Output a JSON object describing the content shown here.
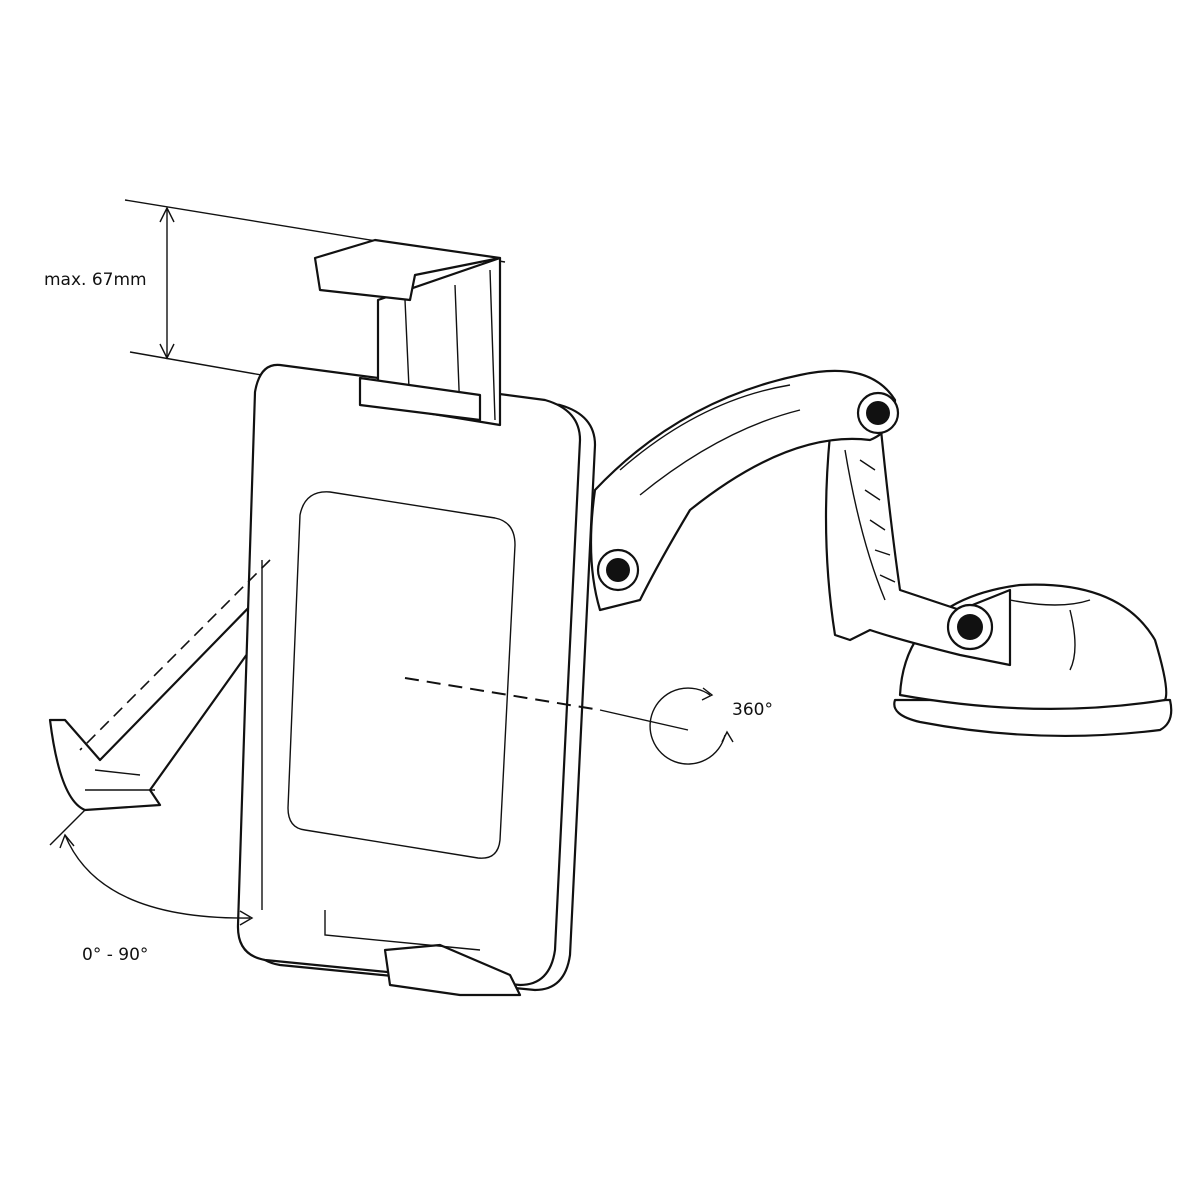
{
  "diagram": {
    "labels": {
      "max_width": "max. 67mm",
      "rotation": "360°",
      "tilt": "0° - 90°"
    },
    "colors": {
      "line": "#111111",
      "background": "#ffffff"
    }
  }
}
